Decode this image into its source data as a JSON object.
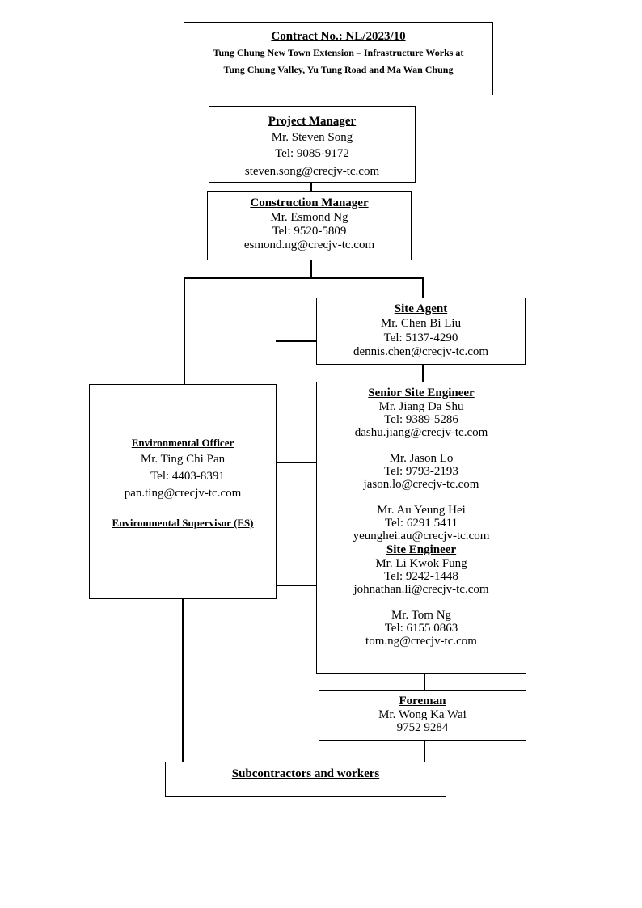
{
  "contract": {
    "number": "Contract No.: NL/2023/10",
    "line1": "Tung Chung New Town Extension – Infrastructure Works at",
    "line2": "Tung Chung Valley, Yu Tung Road and Ma Wan Chung"
  },
  "project_manager": {
    "title": "Project Manager",
    "name": "Mr. Steven Song",
    "tel": "Tel: 9085-9172",
    "email": "steven.song@crecjv-tc.com"
  },
  "construction_manager": {
    "title": "Construction Manager",
    "name": "Mr. Esmond Ng",
    "tel": "Tel: 9520-5809",
    "email": "esmond.ng@crecjv-tc.com"
  },
  "site_agent": {
    "title": "Site Agent",
    "name": "Mr. Chen Bi Liu",
    "tel": "Tel: 5137-4290",
    "email": "dennis.chen@crecjv-tc.com"
  },
  "environmental": {
    "officer_title": "Environmental Officer",
    "name": "Mr. Ting Chi Pan",
    "tel": "Tel: 4403-8391",
    "email": "pan.ting@crecjv-tc.com",
    "supervisor_title": "Environmental Supervisor (ES)"
  },
  "engineers": {
    "senior_title": "Senior Site Engineer",
    "senior": [
      {
        "name": "Mr. Jiang Da Shu",
        "tel": "Tel: 9389-5286",
        "email": "dashu.jiang@crecjv-tc.com"
      },
      {
        "name": "Mr. Jason Lo",
        "tel": "Tel: 9793-2193",
        "email": "jason.lo@crecjv-tc.com"
      },
      {
        "name": "Mr. Au Yeung Hei",
        "tel": "Tel: 6291 5411",
        "email": "yeunghei.au@crecjv-tc.com"
      }
    ],
    "site_title": "Site Engineer",
    "site": [
      {
        "name": "Mr. Li Kwok Fung",
        "tel": "Tel: 9242-1448",
        "email": "johnathan.li@crecjv-tc.com"
      },
      {
        "name": "Mr. Tom Ng",
        "tel": "Tel: 6155 0863",
        "email": "tom.ng@crecjv-tc.com"
      }
    ]
  },
  "foreman": {
    "title": "Foreman",
    "name": "Mr. Wong Ka Wai",
    "phone": "9752 9284"
  },
  "subcontractors": {
    "title": "Subcontractors and workers"
  }
}
